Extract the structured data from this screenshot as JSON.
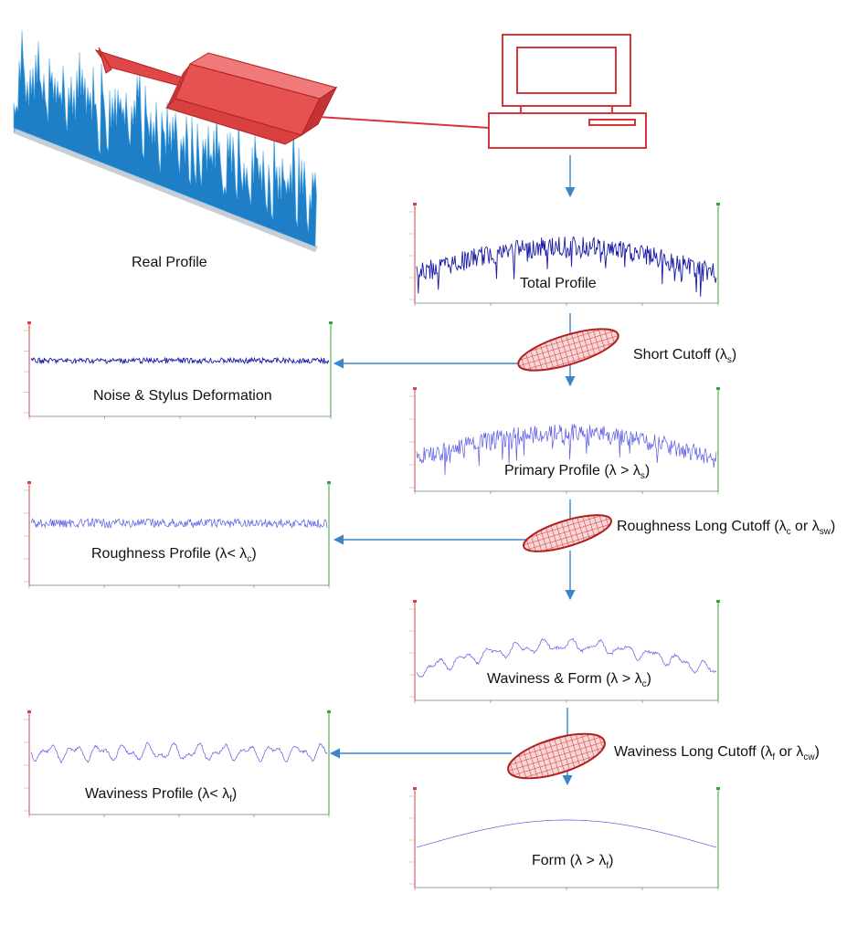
{
  "labels": {
    "real_profile": "Real Profile",
    "total_profile": "Total Profile",
    "short_cutoff": {
      "text": "Short Cutoff (λ",
      "sub": "s",
      "end": ")"
    },
    "noise": "Noise & Stylus Deformation",
    "primary_profile": {
      "text": "Primary Profile (λ > λ",
      "sub": "s",
      "end": ")"
    },
    "roughness_cutoff": {
      "text": "Roughness Long Cutoff (λ",
      "sub": "c",
      "mid": " or λ",
      "sub2": "sw",
      "end": ")"
    },
    "roughness_profile": {
      "text": "Roughness Profile (λ< λ",
      "sub": "c",
      "end": ")"
    },
    "waviness_form": {
      "text": "Waviness & Form (λ > λ",
      "sub": "c",
      "end": ")"
    },
    "waviness_cutoff": {
      "text": "Waviness Long Cutoff (λ",
      "sub": "f",
      "mid": " or λ",
      "sub2": "cw",
      "end": ")"
    },
    "waviness_profile": {
      "text": "Waviness Profile (λ< λ",
      "sub": "f",
      "end": ")"
    },
    "form": {
      "text": "Form (λ > λ",
      "sub": "f",
      "end": ")"
    }
  },
  "colors": {
    "signal_dark": "#1a1aa8",
    "signal_light": "#5a5ae6",
    "arrow": "#3a86c8",
    "red": "#d9343a",
    "profile_blue": "#1f7fc6",
    "axis_red": "#e04040",
    "axis_green": "#3aa33a"
  },
  "icons": [
    "stylus-probe-icon",
    "computer-icon",
    "filter-ellipse-icon"
  ]
}
